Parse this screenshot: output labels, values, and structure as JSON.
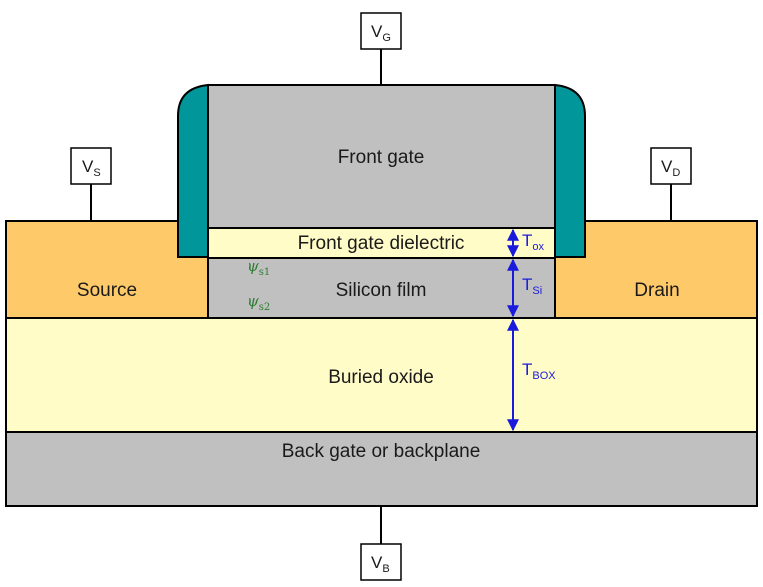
{
  "regions": {
    "front_gate": "Front gate",
    "front_gate_dielectric": "Front gate dielectric",
    "silicon_film": "Silicon film",
    "source": "Source",
    "drain": "Drain",
    "buried_oxide": "Buried oxide",
    "back_gate": "Back gate or backplane"
  },
  "terminals": {
    "gate": {
      "main": "V",
      "sub": "G"
    },
    "source": {
      "main": "V",
      "sub": "S"
    },
    "drain": {
      "main": "V",
      "sub": "D"
    },
    "back": {
      "main": "V",
      "sub": "B"
    }
  },
  "dimensions": {
    "tox": {
      "main": "T",
      "sub": "ox"
    },
    "tsi": {
      "main": "T",
      "sub": "Si"
    },
    "tbox": {
      "main": "T",
      "sub": "BOX"
    }
  },
  "potentials": {
    "psi_s1": {
      "main": "ψ",
      "sub": "s1"
    },
    "psi_s2": {
      "main": "ψ",
      "sub": "s2"
    }
  },
  "colors": {
    "gate_gray": "#c0c0c0",
    "spacer_teal": "#00969a",
    "source_drain_orange": "#fec968",
    "oxide_cream": "#fffcc8",
    "dimension_blue": "#1a1adc",
    "potential_green": "#2e7d32"
  }
}
